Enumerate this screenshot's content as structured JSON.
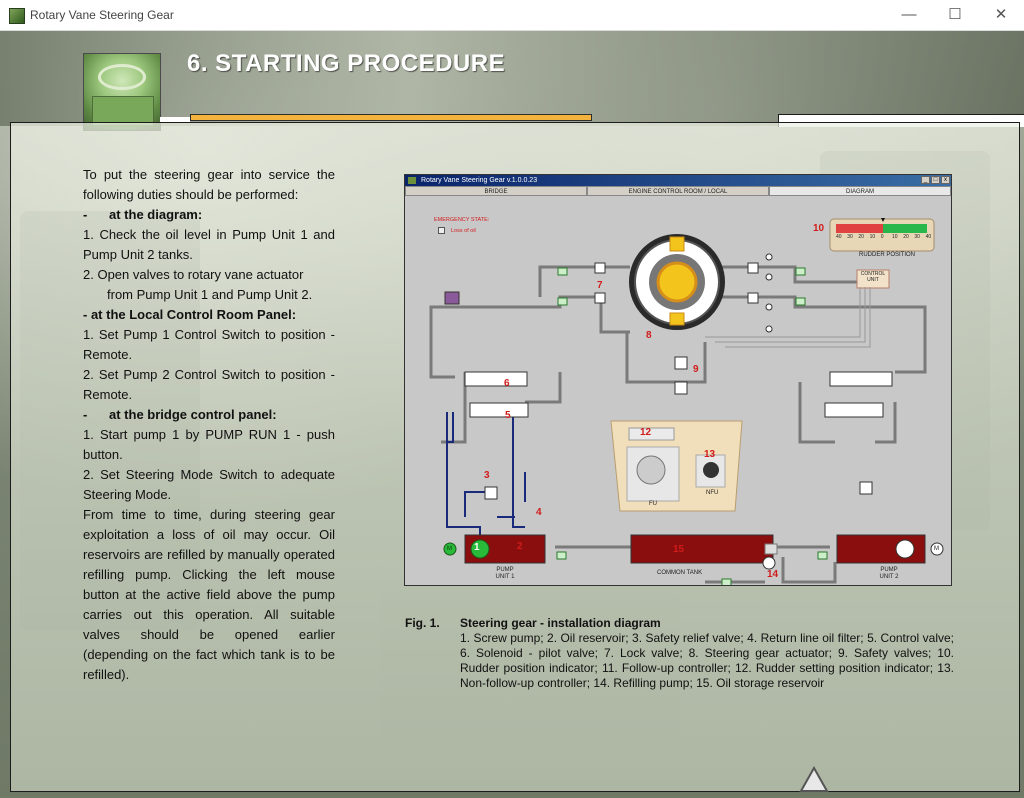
{
  "window": {
    "title": "Rotary Vane Steering Gear",
    "minimize_icon": "minimize-icon",
    "maximize_icon": "maximize-icon",
    "close_icon": "close-icon"
  },
  "page": {
    "title": "6. STARTING PROCEDURE",
    "accent_color": "#f4b33c"
  },
  "text": {
    "intro": "To put the steering gear into service the following duties should be performed:",
    "h1": "-      at the diagram:",
    "d1": "1.  Check the oil level in Pump Unit 1 and Pump Unit 2 tanks.",
    "d2a": "2.  Open valves to rotary vane actuator",
    "d2b": "from Pump Unit 1 and  Pump Unit 2.",
    "h2": "- at the Local Control Room Panel:",
    "l1": "1.  Set Pump 1 Control Switch to position - Remote.",
    "l2": "2.  Set Pump 2 Control Switch to position - Remote.",
    "h3": "-      at the bridge control panel:",
    "b1": "1.  Start pump 1 by PUMP RUN 1 - push button.",
    "b2": "2.  Set Steering Mode Switch to adequate Steering Mode.",
    "p2": "From time to time, during steering gear exploitation a loss of oil may occur. Oil reservoirs are refilled by manually operated refilling pump. Clicking the left mouse button at the active field above the pump carries out this operation. All suitable valves should be opened earlier (depending on the fact which tank is to be refilled)."
  },
  "diagram": {
    "window_title": "Rotary Vane Steering Gear  v.1.0.0.23",
    "tabs": [
      "BRIDGE",
      "ENGINE CONTROL ROOM / LOCAL",
      "DIAGRAM"
    ],
    "emergency_label": "EMERGENCY STATE:",
    "loss_label": "Loss of oil",
    "rudder_label": "RUDDER POSITION",
    "rudder_scale": [
      "40",
      "30",
      "20",
      "10",
      "0",
      "10",
      "20",
      "30",
      "40"
    ],
    "control_unit": "CONTROL UNIT",
    "pump1": "PUMP UNIT 1",
    "pump2": "PUMP UNIT 2",
    "common_tank": "COMMON TANK",
    "fu": "FU",
    "nfu": "NFU",
    "motor": "M",
    "numbers": [
      "1",
      "2",
      "3",
      "4",
      "5",
      "6",
      "7",
      "8",
      "9",
      "10",
      "12",
      "13",
      "14",
      "15"
    ]
  },
  "caption": {
    "label": "Fig. 1.",
    "title": "Steering gear - installation diagram",
    "text": "1. Screw pump; 2. Oil reservoir; 3. Safety relief valve; 4. Return line oil filter; 5. Control valve; 6. Solenoid - pilot valve; 7. Lock valve; 8. Steering gear actuator; 9. Safety valves; 10. Rudder position indicator; 11. Follow-up controller; 12. Rudder setting position indicator; 13. Non-follow-up controller; 14. Refilling pump; 15. Oil storage reservoir"
  },
  "nav": {
    "up_icon": "triangle-up-icon"
  }
}
